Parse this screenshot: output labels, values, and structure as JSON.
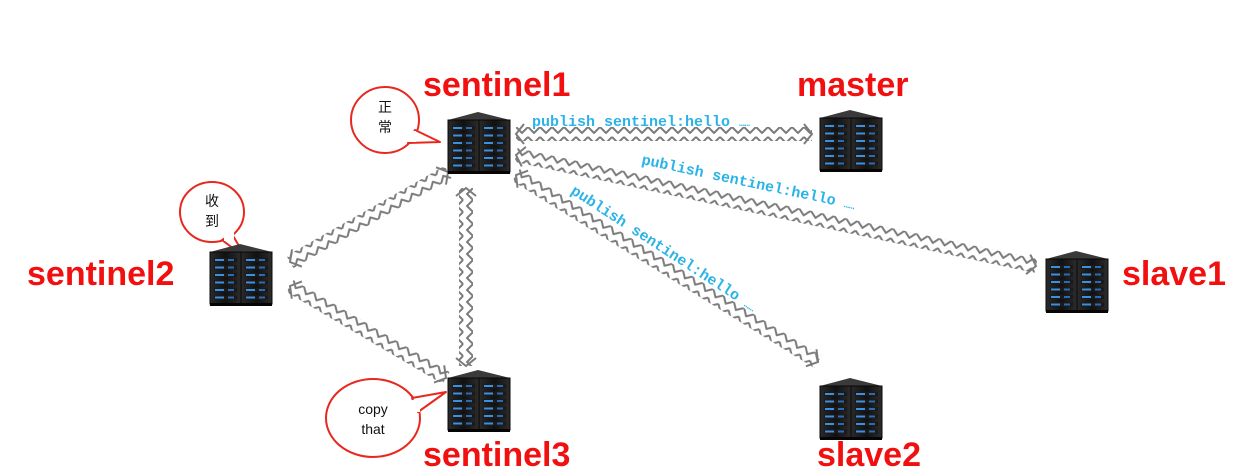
{
  "nodes": {
    "sentinel1": {
      "label": "sentinel1",
      "status": "正\n常"
    },
    "sentinel2": {
      "label": "sentinel2",
      "status": "收\n到"
    },
    "sentinel3": {
      "label": "sentinel3",
      "status": "copy\nthat"
    },
    "master": {
      "label": "master"
    },
    "slave1": {
      "label": "slave1"
    },
    "slave2": {
      "label": "slave2"
    }
  },
  "messages": {
    "to_master": "publish sentinel:hello",
    "to_slave1": "publish sentinel:hello",
    "to_slave2": "publish sentinel:hello",
    "trailing": "……"
  },
  "colors": {
    "node_label": "#f20f0f",
    "message": "#2bb3e8",
    "bubble_border": "#e8281f",
    "link": "#7a7a7a"
  },
  "icons": {
    "server": "server-rack-icon"
  }
}
